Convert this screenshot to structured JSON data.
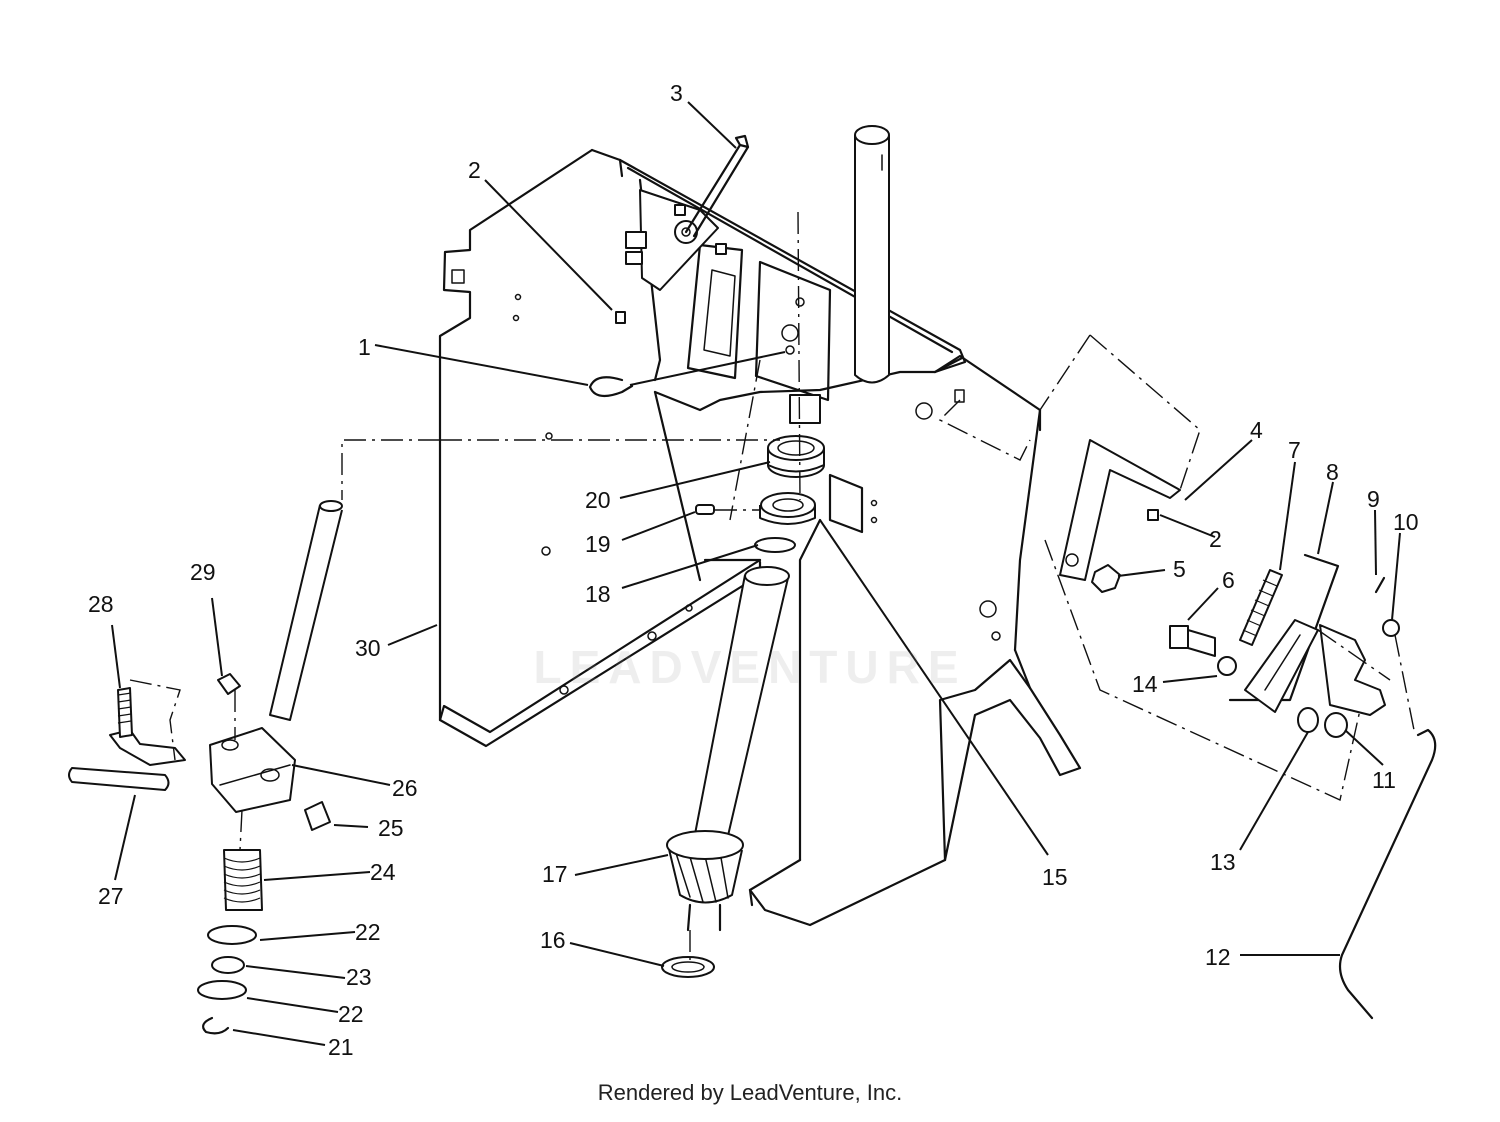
{
  "diagram": {
    "callouts": [
      {
        "id": "1",
        "label": "1"
      },
      {
        "id": "2a",
        "label": "2"
      },
      {
        "id": "2b",
        "label": "2"
      },
      {
        "id": "3",
        "label": "3"
      },
      {
        "id": "4",
        "label": "4"
      },
      {
        "id": "5",
        "label": "5"
      },
      {
        "id": "6",
        "label": "6"
      },
      {
        "id": "7",
        "label": "7"
      },
      {
        "id": "8",
        "label": "8"
      },
      {
        "id": "9",
        "label": "9"
      },
      {
        "id": "10",
        "label": "10"
      },
      {
        "id": "11",
        "label": "11"
      },
      {
        "id": "12",
        "label": "12"
      },
      {
        "id": "13",
        "label": "13"
      },
      {
        "id": "14",
        "label": "14"
      },
      {
        "id": "15",
        "label": "15"
      },
      {
        "id": "16",
        "label": "16"
      },
      {
        "id": "17",
        "label": "17"
      },
      {
        "id": "18",
        "label": "18"
      },
      {
        "id": "19",
        "label": "19"
      },
      {
        "id": "20",
        "label": "20"
      },
      {
        "id": "21",
        "label": "21"
      },
      {
        "id": "22a",
        "label": "22"
      },
      {
        "id": "22b",
        "label": "22"
      },
      {
        "id": "23",
        "label": "23"
      },
      {
        "id": "24",
        "label": "24"
      },
      {
        "id": "25",
        "label": "25"
      },
      {
        "id": "26",
        "label": "26"
      },
      {
        "id": "27",
        "label": "27"
      },
      {
        "id": "28",
        "label": "28"
      },
      {
        "id": "29",
        "label": "29"
      },
      {
        "id": "30",
        "label": "30"
      }
    ]
  },
  "watermark": "LEADVENTURE",
  "footer": {
    "text": "Rendered by LeadVenture, Inc."
  }
}
